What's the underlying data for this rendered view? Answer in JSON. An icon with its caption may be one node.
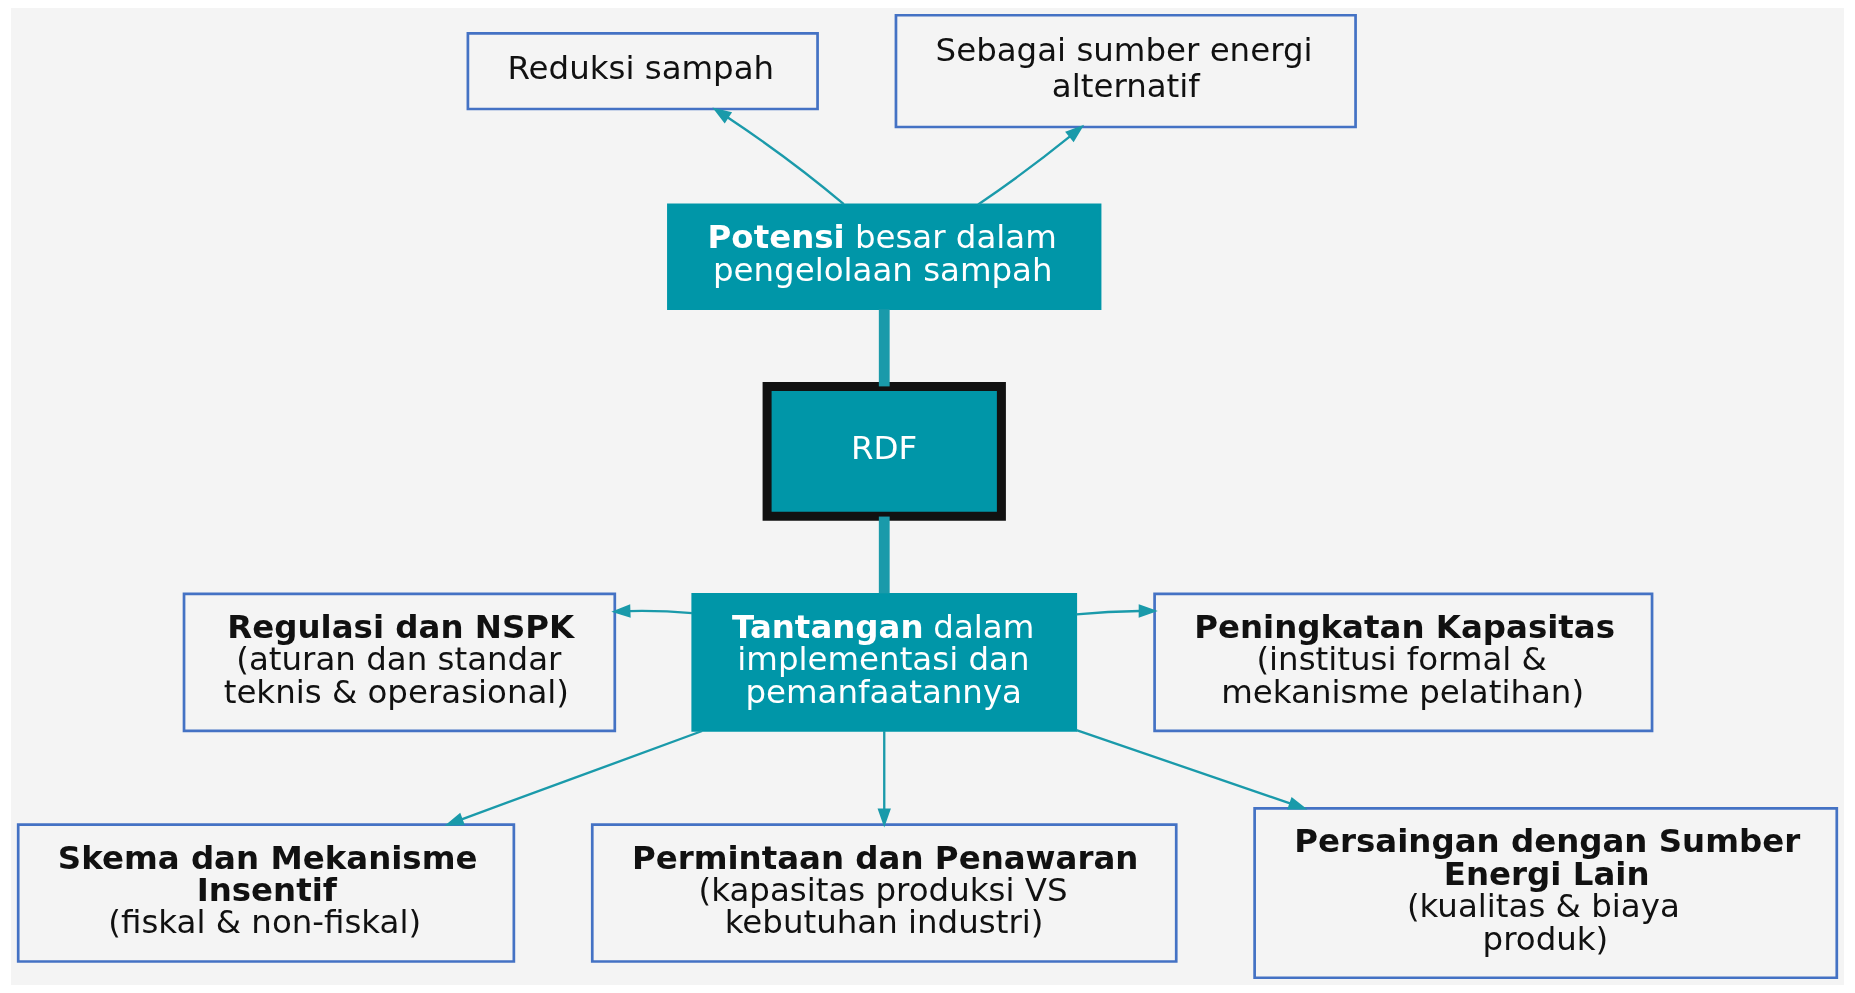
{
  "diagram": {
    "nodes": [
      {
        "text": [
          "Reduksi sampah"
        ]
      },
      {
        "text": [
          "Sebagai sumber energi alternatif"
        ]
      },
      {
        "text": [
          "**Potensi** besar dalam pengelolaan sampah"
        ]
      },
      {
        "text": [
          "RDF"
        ]
      },
      {
        "text": [
          "**Tantangan** dalam implementasi dan pemanfaatannya"
        ]
      },
      {
        "text": [
          "Regulasi dan NSPK",
          "(aturan dan standar teknis & operasional)"
        ]
      },
      {
        "text": [
          "Peningkatan Kapasitas",
          "(institusi formal & mekanisme pelatihan)"
        ]
      },
      {
        "text": [
          "Skema dan Mekanisme Insentif",
          "(fiskal & non-fiskal)"
        ]
      },
      {
        "text": [
          "Permintaan dan Penawaran",
          "(kapasitas produksi VS kebutuhan industri)"
        ]
      },
      {
        "text": [
          "Persaingan dengan Sumber Energi Lain",
          "(kualitas & biaya produk)"
        ]
      }
    ],
    "edges": [
      {
        "from": 2,
        "to": 0,
        "arrow": "to"
      },
      {
        "from": 2,
        "to": 1,
        "arrow": "to"
      },
      {
        "from": 2,
        "to": 3,
        "arrow": "none",
        "style": "thick"
      },
      {
        "from": 3,
        "to": 4,
        "arrow": "none",
        "style": "thick"
      },
      {
        "from": 4,
        "to": 5,
        "arrow": "to"
      },
      {
        "from": 4,
        "to": 6,
        "arrow": "to"
      },
      {
        "from": 4,
        "to": 7,
        "arrow": "to"
      },
      {
        "from": 4,
        "to": 8,
        "arrow": "to"
      },
      {
        "from": 4,
        "to": 9,
        "arrow": "to"
      }
    ]
  }
}
